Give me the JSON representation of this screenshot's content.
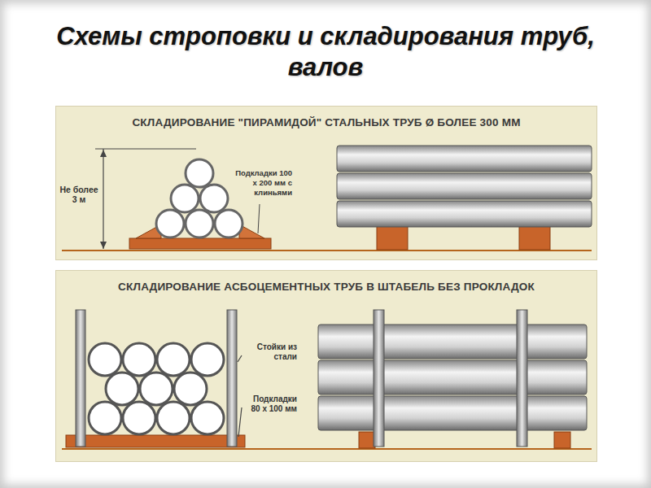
{
  "diagram": {
    "title": "Схемы строповки и складирования труб, валов",
    "nodes": [
      {
        "text": [
          "СКЛАДИРОВАНИЕ \"ПИРАМИДОЙ\" СТАЛЬНЫХ ТРУБ Ø БОЛЕЕ 300 ММ"
        ]
      },
      {
        "text": [
          "СКЛАДИРОВАНИЕ АСБОЦЕМЕНТНЫХ ТРУБ В ШТАБЕЛЬ БЕЗ ПРОКЛАДОК"
        ]
      }
    ],
    "labels": [
      "Не более 3 м",
      "Подкладки 100 х 200 мм с клиньями",
      "Стойки из стали",
      "Подкладки 80 х 100 мм"
    ]
  }
}
